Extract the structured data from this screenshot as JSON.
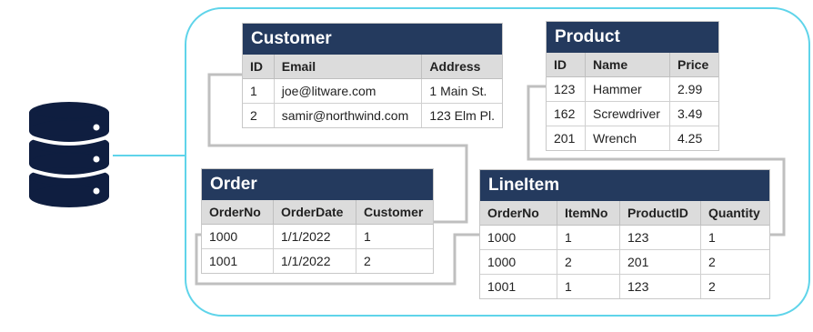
{
  "colors": {
    "container_border": "#5fd4ea",
    "header_fill": "#243a5e",
    "header_text": "#ffffff",
    "column_header_fill": "#dcdcdc",
    "connector": "#bfbfbf",
    "database_icon": "#0f1e40"
  },
  "icons": {
    "database": "database-icon"
  },
  "tables": {
    "customer": {
      "title": "Customer",
      "columns": [
        "ID",
        "Email",
        "Address"
      ],
      "rows": [
        [
          "1",
          "joe@litware.com",
          "1 Main St."
        ],
        [
          "2",
          "samir@northwind.com",
          "123 Elm Pl."
        ]
      ]
    },
    "product": {
      "title": "Product",
      "columns": [
        "ID",
        "Name",
        "Price"
      ],
      "rows": [
        [
          "123",
          "Hammer",
          "2.99"
        ],
        [
          "162",
          "Screwdriver",
          "3.49"
        ],
        [
          "201",
          "Wrench",
          "4.25"
        ]
      ]
    },
    "order": {
      "title": "Order",
      "columns": [
        "OrderNo",
        "OrderDate",
        "Customer"
      ],
      "rows": [
        [
          "1000",
          "1/1/2022",
          "1"
        ],
        [
          "1001",
          "1/1/2022",
          "2"
        ]
      ]
    },
    "lineitem": {
      "title": "LineItem",
      "columns": [
        "OrderNo",
        "ItemNo",
        "ProductID",
        "Quantity"
      ],
      "rows": [
        [
          "1000",
          "1",
          "123",
          "1"
        ],
        [
          "1000",
          "2",
          "201",
          "2"
        ],
        [
          "1001",
          "1",
          "123",
          "2"
        ]
      ]
    }
  }
}
